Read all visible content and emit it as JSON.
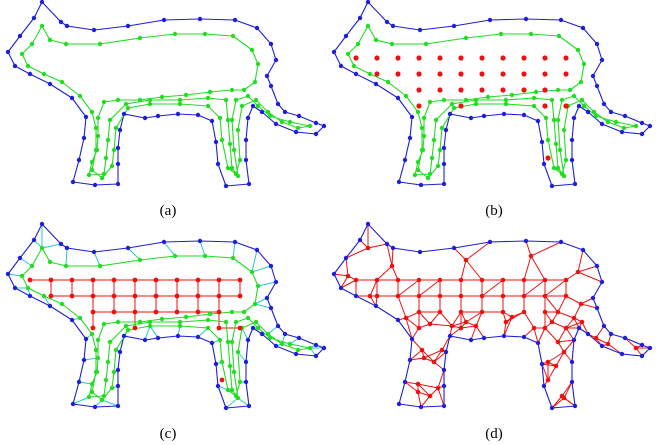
{
  "panels": [
    {
      "id": "a",
      "caption": "(a)"
    },
    {
      "id": "b",
      "caption": "(b)"
    },
    {
      "id": "c",
      "caption": "(c)"
    },
    {
      "id": "d",
      "caption": "(d)"
    }
  ],
  "colors": {
    "outer_boundary": "#1f1fd6",
    "inner_layer": "#22dd22",
    "interior_points": "#ee1111",
    "connectors": "#22cccc",
    "mesh_edges": "#ee1111"
  }
}
